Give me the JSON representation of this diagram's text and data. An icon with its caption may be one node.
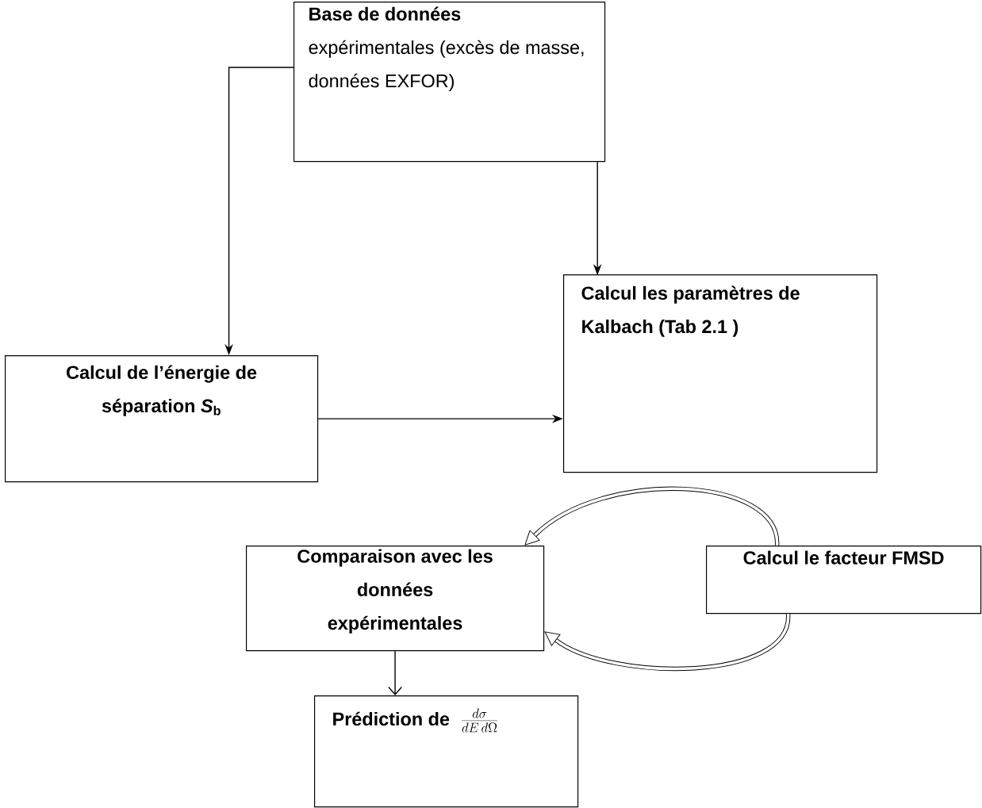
{
  "diagram": {
    "nodes": [
      {
        "text": [
          "Base de données",
          "expérimentales (excès de masse, données EXFOR)"
        ]
      },
      {
        "text": [
          "Calcul de l’énergie de séparation *S*$_{b}$"
        ]
      },
      {
        "text": [
          "Calcul les paramètres de Kalbach (Tab 2.1 )"
        ]
      },
      {
        "text": [
          "Comparaison avec les données expérimentales"
        ]
      },
      {
        "text": [
          "Calcul le facteur FMSD"
        ]
      },
      {
        "text": [
          "Prédiction de",
          "\\frac{d\\sigma}{dE\\,d\\Omega}"
        ]
      }
    ],
    "edges": [
      {
        "from": 0,
        "to": 1,
        "arrow": "to"
      },
      {
        "from": 0,
        "to": 2,
        "arrow": "to"
      },
      {
        "from": 1,
        "to": 2,
        "arrow": "to"
      },
      {
        "from": 4,
        "to": 3,
        "arrow": "to",
        "style": "thick"
      },
      {
        "from": 4,
        "to": 3,
        "arrow": "to",
        "style": "thick"
      },
      {
        "from": 3,
        "to": 5,
        "arrow": "to"
      }
    ]
  }
}
